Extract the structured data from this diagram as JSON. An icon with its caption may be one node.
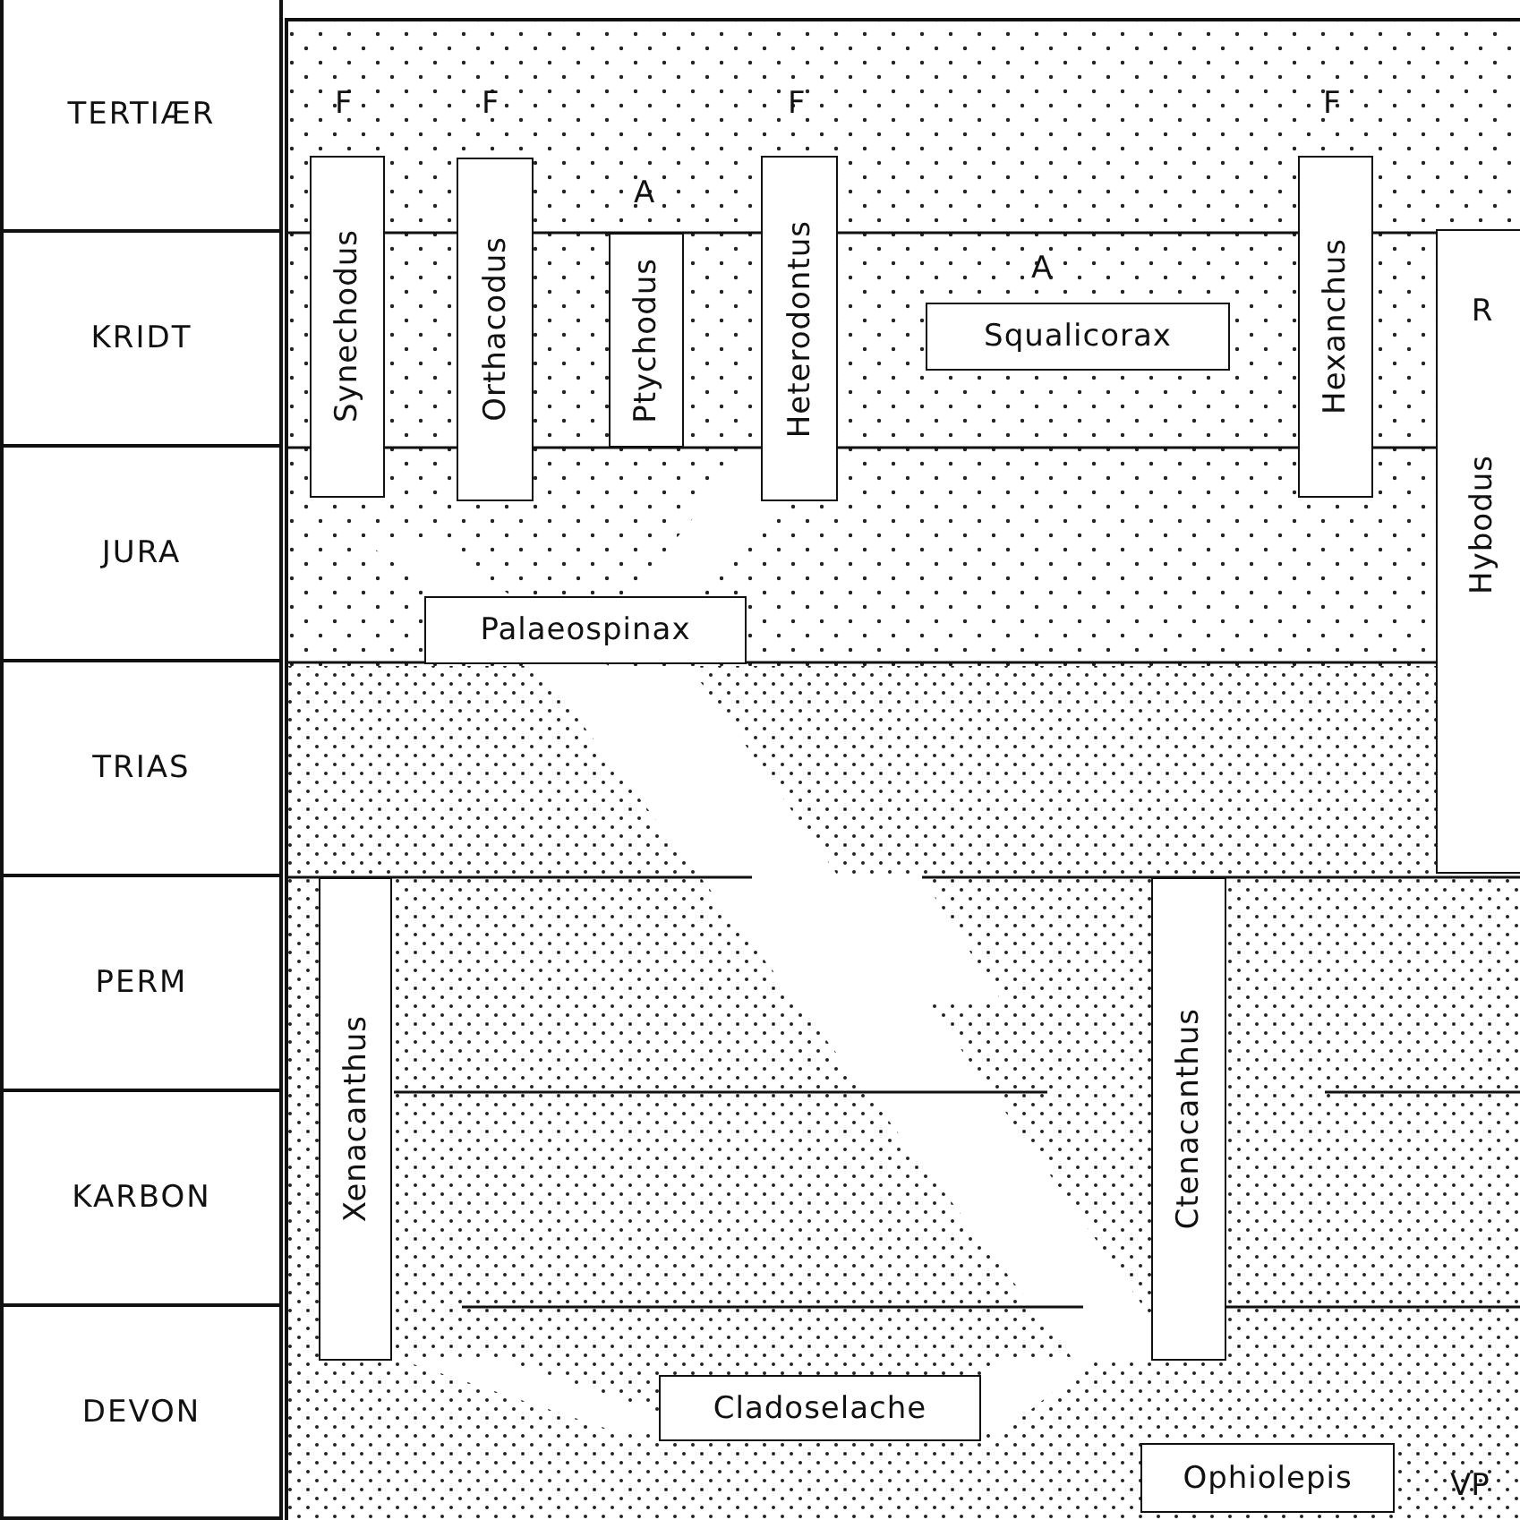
{
  "diagram": {
    "nodes": [
      {
        "text": [
          "Synechodus"
        ],
        "beside": [
          "F"
        ]
      },
      {
        "text": [
          "Orthacodus"
        ],
        "beside": [
          "F"
        ]
      },
      {
        "text": [
          "Ptychodus"
        ],
        "beside": [
          "A"
        ]
      },
      {
        "text": [
          "Heterodontus"
        ],
        "beside": [
          "F"
        ]
      },
      {
        "text": [
          "Hexanchus"
        ],
        "beside": [
          "F"
        ]
      },
      {
        "text": [
          "R",
          "Hybodus"
        ]
      },
      {
        "text": [
          "Squalicorax"
        ],
        "beside": [
          "A"
        ]
      },
      {
        "text": [
          "Palaeospinax"
        ]
      },
      {
        "text": [
          "Xenacanthus"
        ]
      },
      {
        "text": [
          "Ctenacanthus"
        ]
      },
      {
        "text": [
          "Cladoselache"
        ]
      },
      {
        "text": [
          "Ophiolepis"
        ],
        "beside": [
          "VP"
        ]
      }
    ],
    "edges": [],
    "labels": [
      "TERTIÆR",
      "KRIDT",
      "JURA",
      "TRIAS",
      "PERM",
      "KARBON",
      "DEVON"
    ]
  }
}
